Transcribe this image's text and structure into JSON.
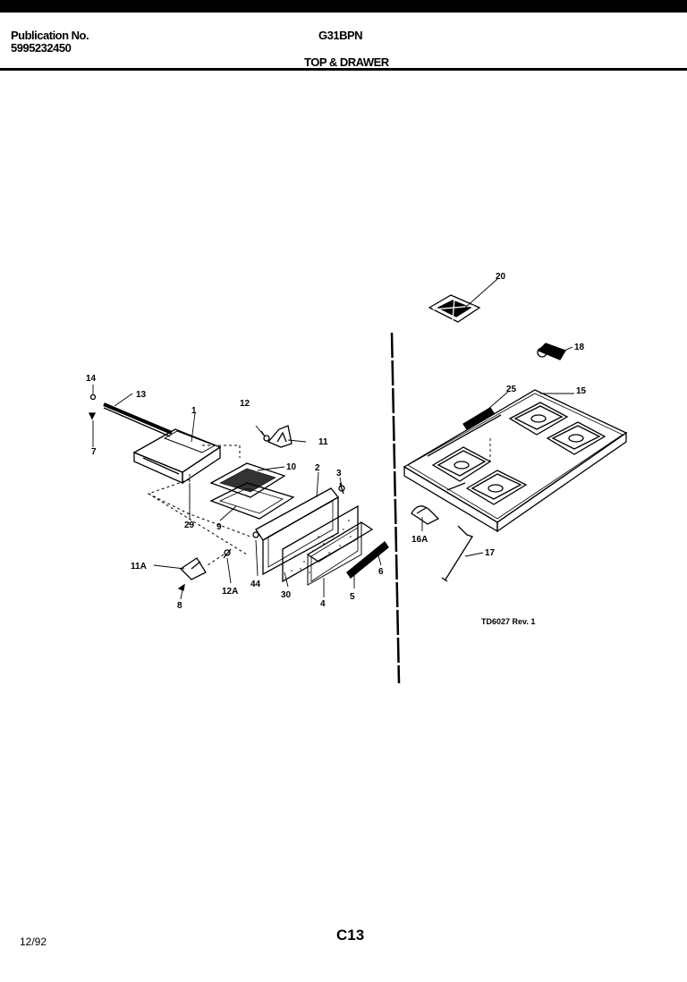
{
  "header": {
    "publication_label": "Publication No.",
    "publication_number": "5995232450",
    "model": "G31BPN",
    "section_title": "TOP & DRAWER"
  },
  "diagram": {
    "reference": "TD6027 Rev. 1",
    "callouts": [
      "14",
      "13",
      "1",
      "7",
      "12",
      "11",
      "10",
      "2",
      "3",
      "9",
      "29",
      "8",
      "11A",
      "12A",
      "44",
      "30",
      "4",
      "5",
      "6",
      "20",
      "18",
      "25",
      "15",
      "16A",
      "17"
    ]
  },
  "footer": {
    "date": "12/92",
    "page": "C13"
  }
}
